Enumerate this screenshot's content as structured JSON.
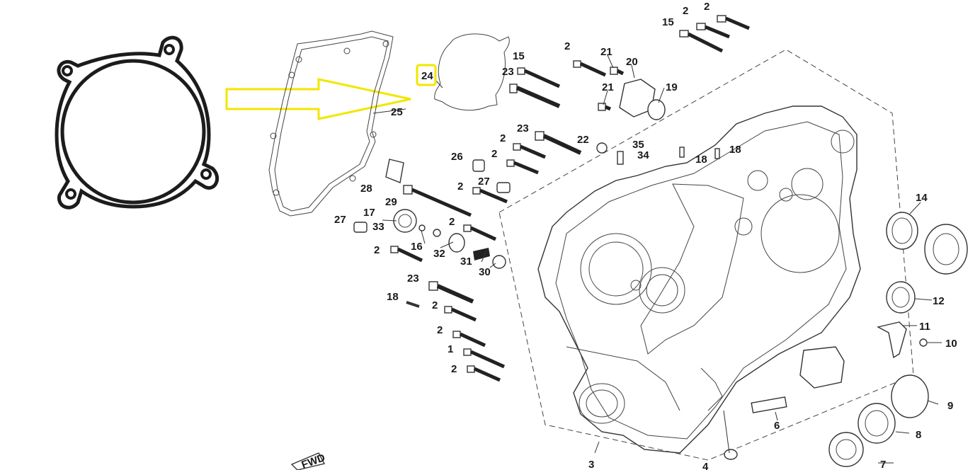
{
  "colors": {
    "highlight": "#f2e600",
    "line": "#333333",
    "gasket": "#1c1c1c"
  },
  "highlighted_part": "24",
  "labels": {
    "l1": "1",
    "l2": "2",
    "l3": "3",
    "l4": "4",
    "l6": "6",
    "l7": "7",
    "l8": "8",
    "l9": "9",
    "l10": "10",
    "l11": "11",
    "l12": "12",
    "l14": "14",
    "l15": "15",
    "l16": "16",
    "l17": "17",
    "l18": "18",
    "l19": "19",
    "l20": "20",
    "l21": "21",
    "l22": "22",
    "l23": "23",
    "l24": "24",
    "l25": "25",
    "l26": "26",
    "l27": "27",
    "l28": "28",
    "l29": "29",
    "l30": "30",
    "l31": "31",
    "l32": "32",
    "l33": "33",
    "l34": "34",
    "l35": "35",
    "fwd": "FWD"
  }
}
